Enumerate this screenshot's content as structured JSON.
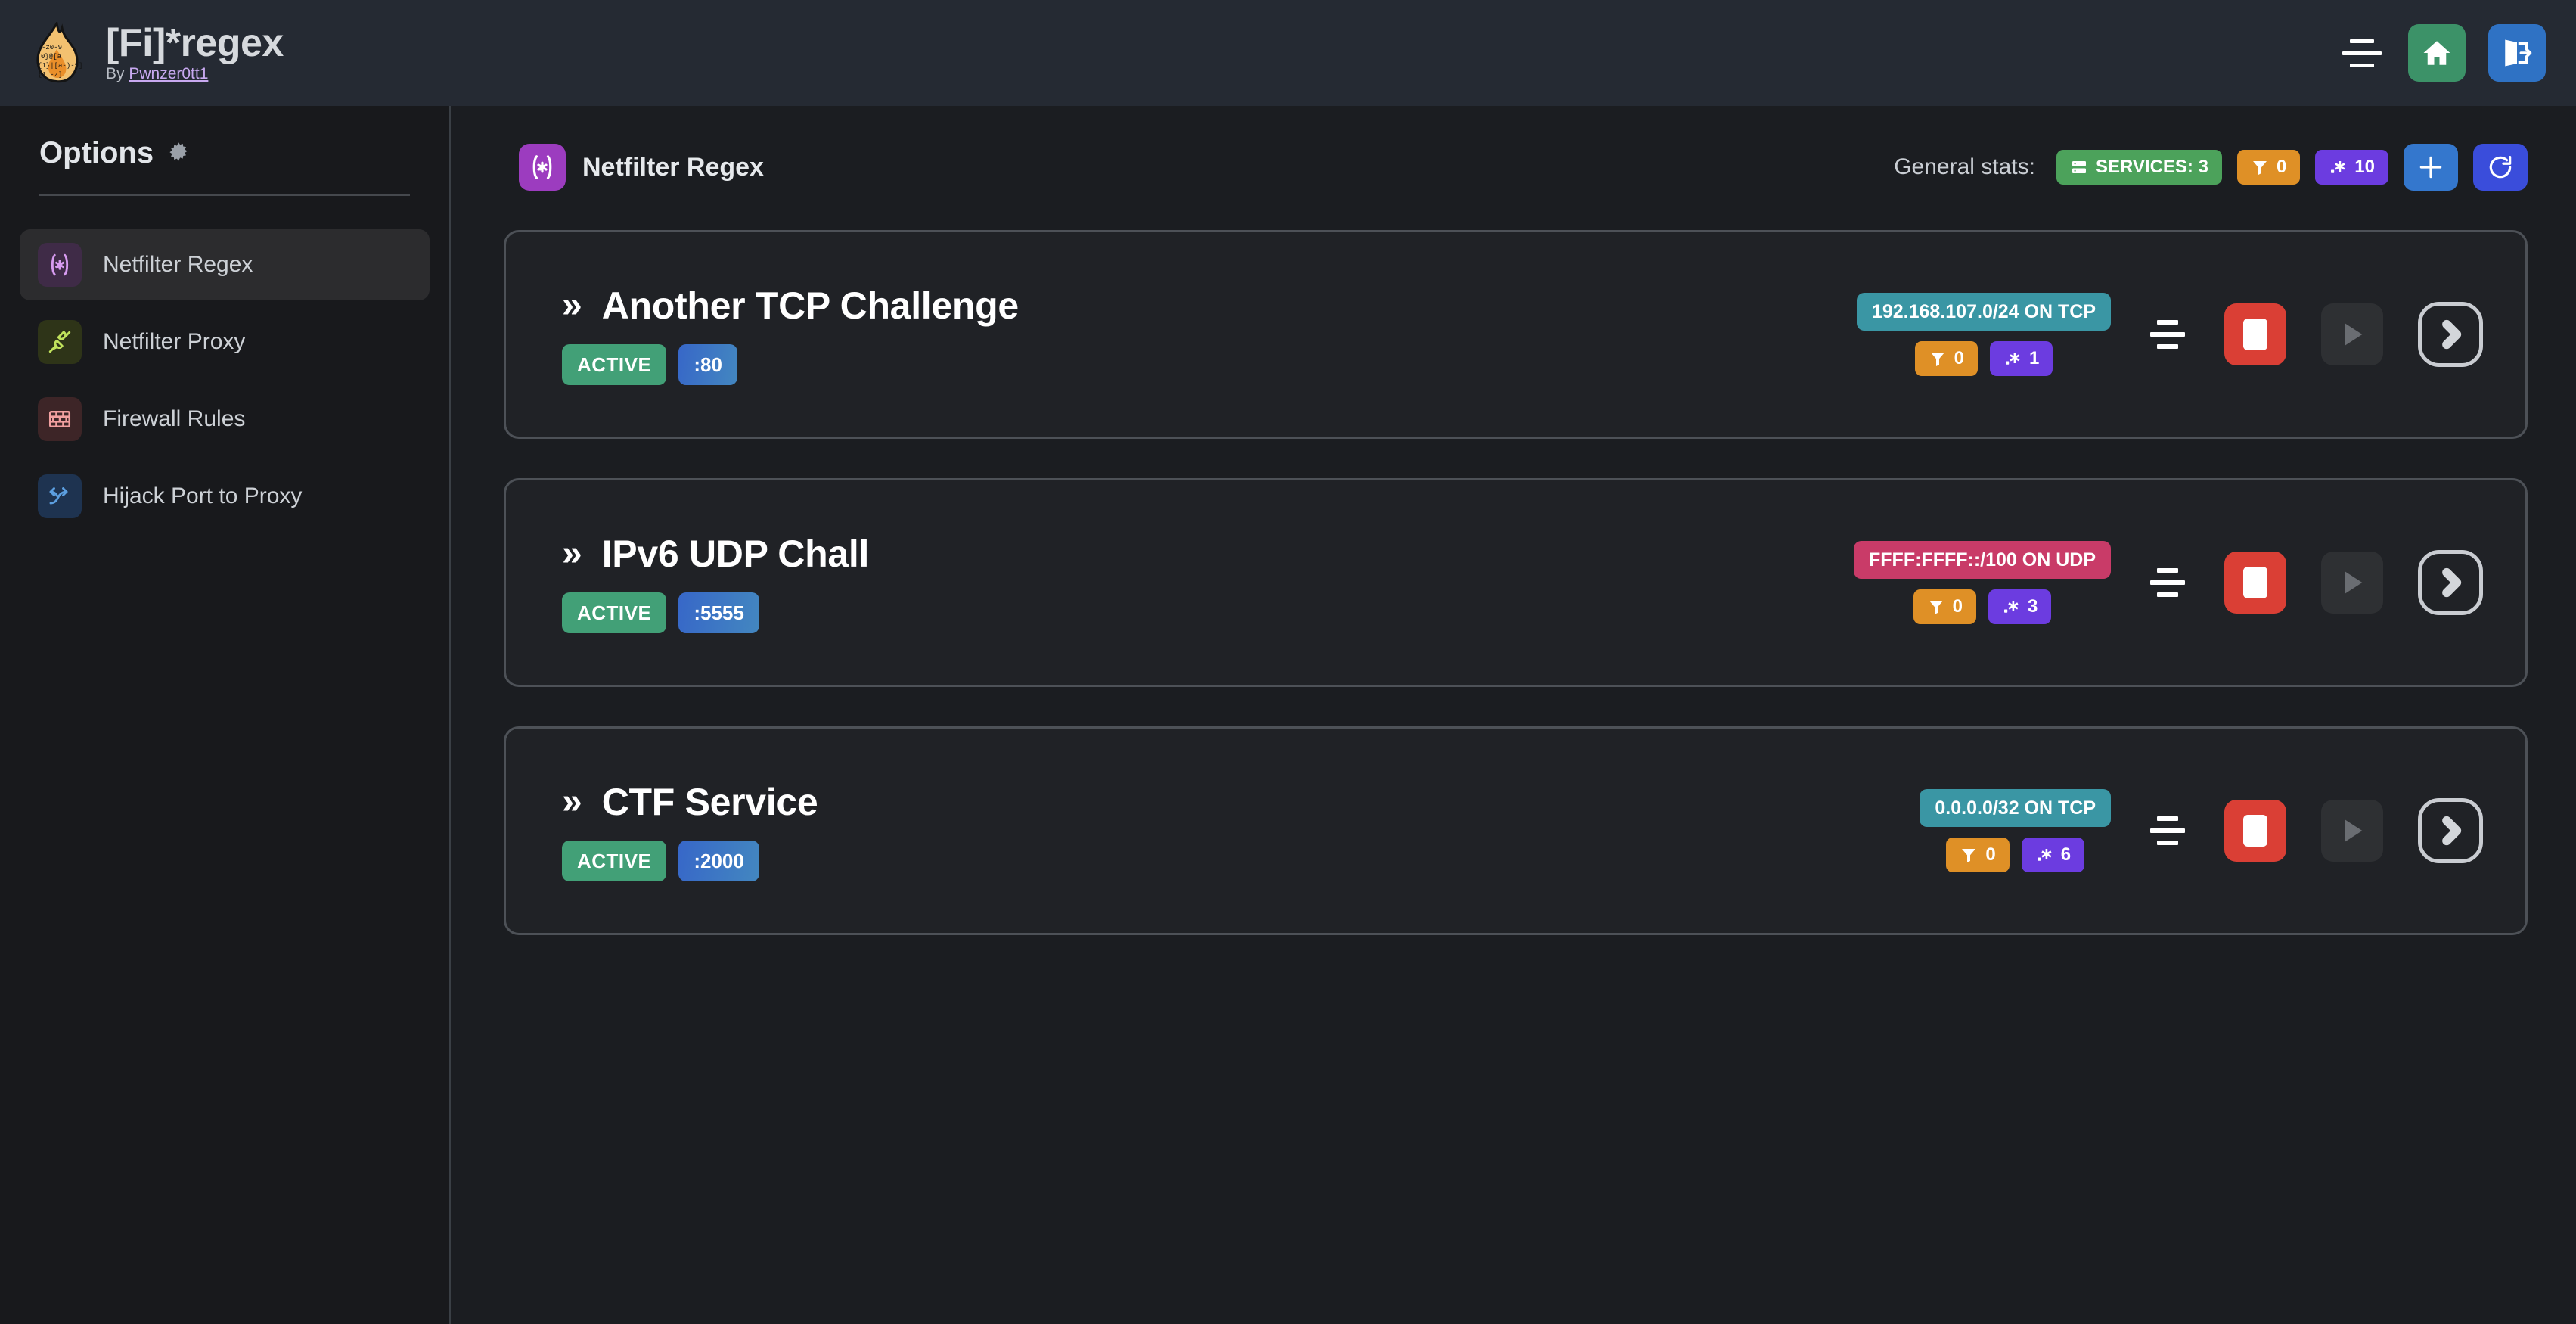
{
  "header": {
    "title": "[Fi]*regex",
    "by_prefix": "By ",
    "author": "Pwnzer0tt1",
    "logo_icon": "flame-regex-logo",
    "menu_icon": "hamburger-menu-icon",
    "home_icon": "home-icon",
    "logout_icon": "logout-icon",
    "bg_color": "#252a33"
  },
  "sidebar": {
    "title": "Options",
    "gear_icon": "gear-icon",
    "items": [
      {
        "label": "Netfilter Regex",
        "icon": "regex-icon",
        "active": true
      },
      {
        "label": "Netfilter Proxy",
        "icon": "plug-icon",
        "active": false
      },
      {
        "label": "Firewall Rules",
        "icon": "brick-wall-icon",
        "active": false
      },
      {
        "label": "Hijack Port to Proxy",
        "icon": "reroute-icon",
        "active": false
      }
    ]
  },
  "main": {
    "section_title": "Netfilter Regex",
    "section_icon": "regex-icon",
    "stats_label": "General stats:",
    "stats": [
      {
        "name": "services",
        "icon": "server-icon",
        "label": "SERVICES: 3",
        "color": "#4ca25b"
      },
      {
        "name": "filters",
        "icon": "filter-icon",
        "label": "0",
        "color": "#df9026"
      },
      {
        "name": "regexes",
        "icon": "regex-icon",
        "label": "10",
        "color": "#6c3ce0"
      }
    ],
    "add_button_icon": "plus-icon",
    "refresh_button_icon": "refresh-icon"
  },
  "services": [
    {
      "name": "Another TCP Challenge",
      "status": "ACTIVE",
      "port": ":80",
      "network": "192.168.107.0/24 ON TCP",
      "proto": "tcp",
      "filters": "0",
      "regexes": "1",
      "drag_icon": "drag-handle-icon",
      "stop_icon": "stop-icon",
      "play_icon": "play-icon",
      "expand_icon": "chevron-right-icon"
    },
    {
      "name": "IPv6 UDP Chall",
      "status": "ACTIVE",
      "port": ":5555",
      "network": "FFFF:FFFF::/100 ON UDP",
      "proto": "udp",
      "filters": "0",
      "regexes": "3",
      "drag_icon": "drag-handle-icon",
      "stop_icon": "stop-icon",
      "play_icon": "play-icon",
      "expand_icon": "chevron-right-icon"
    },
    {
      "name": "CTF Service",
      "status": "ACTIVE",
      "port": ":2000",
      "network": "0.0.0.0/32 ON TCP",
      "proto": "tcp",
      "filters": "0",
      "regexes": "6",
      "drag_icon": "drag-handle-icon",
      "stop_icon": "stop-icon",
      "play_icon": "play-icon",
      "expand_icon": "chevron-right-icon"
    }
  ],
  "colors": {
    "accent_green": "#4ca25b",
    "accent_orange": "#df9026",
    "accent_purple": "#6c3ce0",
    "accent_teal": "#3a96a4",
    "accent_pink": "#c93b68",
    "accent_red": "#da3f35",
    "accent_blue": "#3477cd"
  },
  "glyphs": {
    "chevron_double": "»"
  }
}
